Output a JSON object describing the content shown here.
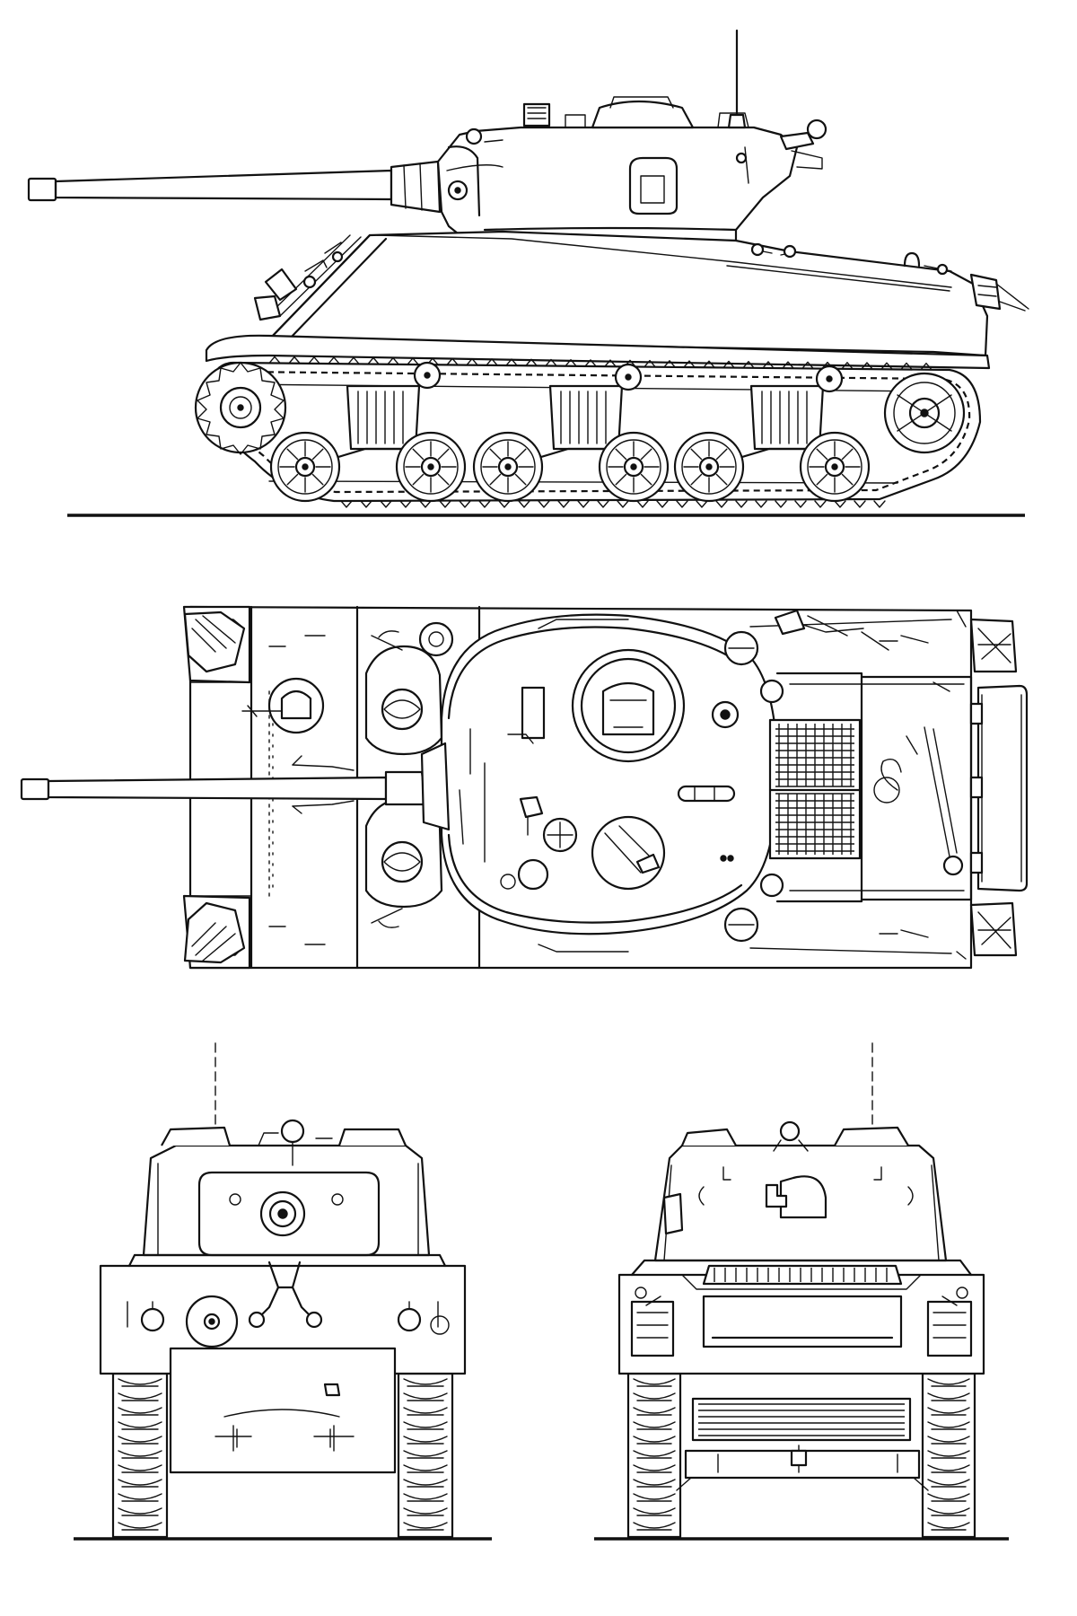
{
  "drawing": {
    "views": [
      {
        "id": "side-view"
      },
      {
        "id": "top-view"
      },
      {
        "id": "front-view"
      },
      {
        "id": "rear-view"
      }
    ],
    "line_color": "#111111",
    "background_color": "#ffffff"
  }
}
